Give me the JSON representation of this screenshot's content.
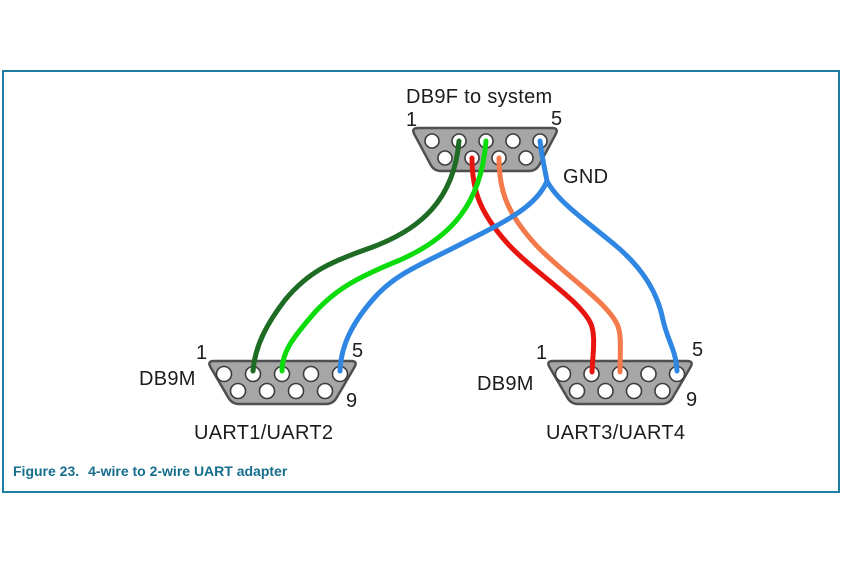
{
  "figure": {
    "caption_prefix": "Figure 23.",
    "caption_title": "4-wire to 2-wire UART adapter"
  },
  "diagram": {
    "top_connector": {
      "title": "DB9F to system",
      "pin_first": "1",
      "pin_last": "5"
    },
    "gnd_label": "GND",
    "left_connector": {
      "name": "DB9M",
      "pin1": "1",
      "pin5": "5",
      "pin9": "9",
      "label": "UART1/UART2"
    },
    "right_connector": {
      "name": "DB9M",
      "pin1": "1",
      "pin5": "5",
      "pin9": "9",
      "label": "UART3/UART4"
    },
    "wires": [
      {
        "name": "red",
        "color": "#e8140f",
        "from": "DB9F bottom-row hole 2 (pin 7)",
        "to": "UART3/UART4 pin 2"
      },
      {
        "name": "orange",
        "color": "#f47a4c",
        "from": "DB9F bottom-row hole 3 (pin 8)",
        "to": "UART3/UART4 pin 3"
      },
      {
        "name": "dark-green",
        "color": "#1e6b24",
        "from": "DB9F pin 2",
        "to": "UART1/UART2 pin 2"
      },
      {
        "name": "light-green",
        "color": "#0cdc0c",
        "from": "DB9F pin 3",
        "to": "UART1/UART2 pin 3"
      },
      {
        "name": "blue-gnd",
        "color": "#2f87e3",
        "from": "DB9F pin 5 (GND)",
        "to": "UART1/UART2 pin 5 and UART3/UART4 pin 5"
      }
    ],
    "colors": {
      "connector_fill": "#a6a6a6",
      "connector_outline": "#4f4f4f",
      "hole_fill": "#ffffff",
      "hole_outline": "#3d3d3d",
      "label_text": "#1c1c1c",
      "frame_border": "#1b7ea1",
      "caption_text": "#166e8c"
    }
  }
}
